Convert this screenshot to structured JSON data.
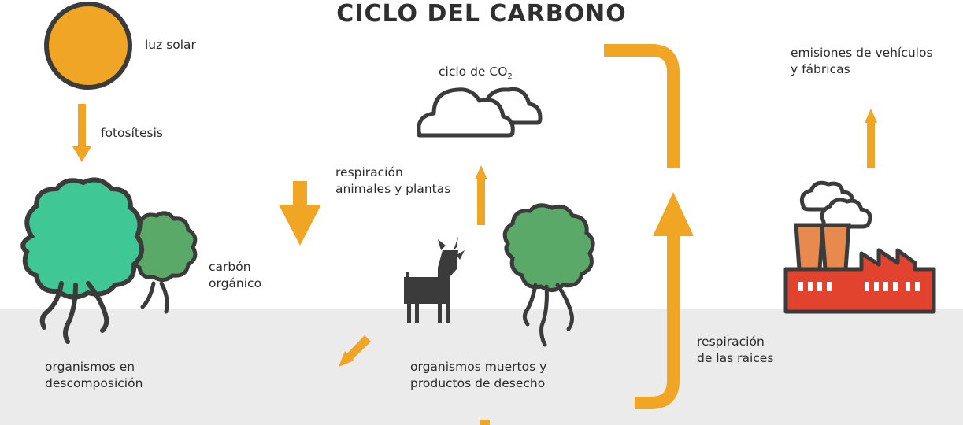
{
  "title": "CICLO DEL CARBONO",
  "colors": {
    "arrow": "#f0a524",
    "sun": "#f0a524",
    "outline": "#3b3b3b",
    "tree_light": "#3fc796",
    "tree_dark": "#5aa968",
    "ground": "#ebebeb",
    "factory": "#e2432f",
    "chimney": "#e88a4e"
  },
  "labels": {
    "sunlight": "luz solar",
    "photosynthesis": "fotosítesis",
    "co2_cycle_prefix": "ciclo de CO",
    "co2_cycle_sub": "2",
    "emissions_line1": "emisiones de vehículos",
    "emissions_line2": "y fábricas",
    "respiration_line1": "respiración",
    "respiration_line2": "animales y plantas",
    "organic_carbon_line1": "carbón",
    "organic_carbon_line2": "orgánico",
    "decomposition_line1": "organismos en",
    "decomposition_line2": "descomposición",
    "dead_organisms_line1": "organismos muertos y",
    "dead_organisms_line2": "productos de desecho",
    "root_respiration_line1": "respiración",
    "root_respiration_line2": "de las raices"
  },
  "icons": [
    "sun-icon",
    "cloud-icon",
    "tree-icon",
    "goat-icon",
    "factory-icon",
    "arrow-icon"
  ]
}
